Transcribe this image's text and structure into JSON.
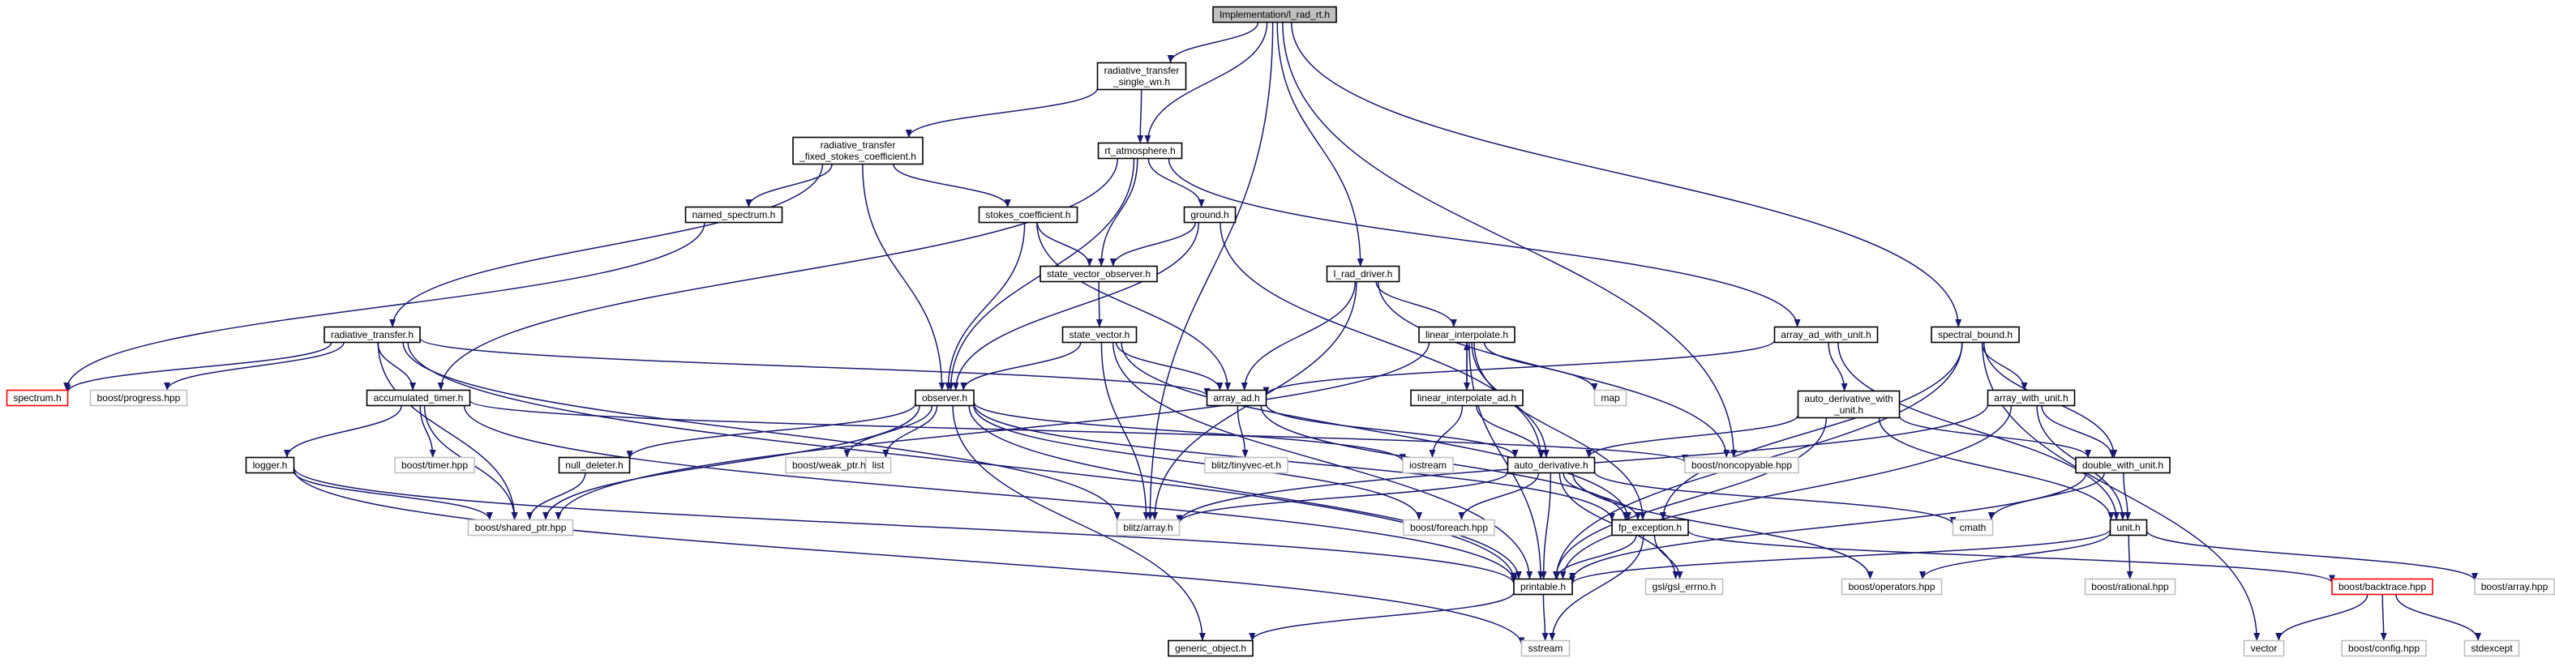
{
  "graph": {
    "nodes": [
      {
        "id": "root",
        "label": "Implementation/l_rad_rt.h",
        "style": "root"
      },
      {
        "id": "rtsw",
        "label": "radiative_transfer\n_single_wn.h",
        "style": "normal"
      },
      {
        "id": "rtfsc",
        "label": "radiative_transfer\n_fixed_stokes_coefficient.h",
        "style": "normal"
      },
      {
        "id": "rtatm",
        "label": "rt_atmosphere.h",
        "style": "normal"
      },
      {
        "id": "named",
        "label": "named_spectrum.h",
        "style": "normal"
      },
      {
        "id": "stokes",
        "label": "stokes_coefficient.h",
        "style": "normal"
      },
      {
        "id": "ground",
        "label": "ground.h",
        "style": "normal"
      },
      {
        "id": "svo",
        "label": "state_vector_observer.h",
        "style": "normal"
      },
      {
        "id": "lrad",
        "label": "l_rad_driver.h",
        "style": "normal"
      },
      {
        "id": "rt",
        "label": "radiative_transfer.h",
        "style": "normal"
      },
      {
        "id": "sv",
        "label": "state_vector.h",
        "style": "normal"
      },
      {
        "id": "linint",
        "label": "linear_interpolate.h",
        "style": "normal"
      },
      {
        "id": "aawu",
        "label": "array_ad_with_unit.h",
        "style": "normal"
      },
      {
        "id": "specb",
        "label": "spectral_bound.h",
        "style": "normal"
      },
      {
        "id": "spectrum",
        "label": "spectrum.h",
        "style": "truncated"
      },
      {
        "id": "bprog",
        "label": "boost/progress.hpp",
        "style": "external"
      },
      {
        "id": "acct",
        "label": "accumulated_timer.h",
        "style": "normal"
      },
      {
        "id": "obs",
        "label": "observer.h",
        "style": "normal"
      },
      {
        "id": "arrad",
        "label": "array_ad.h",
        "style": "normal"
      },
      {
        "id": "map",
        "label": "map",
        "style": "external"
      },
      {
        "id": "linintad",
        "label": "linear_interpolate_ad.h",
        "style": "normal"
      },
      {
        "id": "adwu",
        "label": "auto_derivative_with\n_unit.h",
        "style": "normal"
      },
      {
        "id": "awu",
        "label": "array_with_unit.h",
        "style": "normal"
      },
      {
        "id": "logger",
        "label": "logger.h",
        "style": "normal"
      },
      {
        "id": "btimer",
        "label": "boost/timer.hpp",
        "style": "external"
      },
      {
        "id": "nulldel",
        "label": "null_deleter.h",
        "style": "normal"
      },
      {
        "id": "bweak",
        "label": "boost/weak_ptr.hpp",
        "style": "external"
      },
      {
        "id": "list",
        "label": "list",
        "style": "external"
      },
      {
        "id": "tinyvec",
        "label": "blitz/tinyvec-et.h",
        "style": "external"
      },
      {
        "id": "iostream",
        "label": "iostream",
        "style": "external"
      },
      {
        "id": "autod",
        "label": "auto_derivative.h",
        "style": "normal"
      },
      {
        "id": "bnoncopy",
        "label": "boost/noncopyable.hpp",
        "style": "external"
      },
      {
        "id": "dwu",
        "label": "double_with_unit.h",
        "style": "normal"
      },
      {
        "id": "bshared",
        "label": "boost/shared_ptr.hpp",
        "style": "external"
      },
      {
        "id": "blitz",
        "label": "blitz/array.h",
        "style": "external"
      },
      {
        "id": "bforeach",
        "label": "boost/foreach.hpp",
        "style": "external"
      },
      {
        "id": "fpex",
        "label": "fp_exception.h",
        "style": "normal"
      },
      {
        "id": "cmath",
        "label": "cmath",
        "style": "external"
      },
      {
        "id": "unit",
        "label": "unit.h",
        "style": "normal"
      },
      {
        "id": "barray",
        "label": "boost/array.hpp",
        "style": "external"
      },
      {
        "id": "printable",
        "label": "printable.h",
        "style": "normal"
      },
      {
        "id": "gsl",
        "label": "gsl/gsl_errno.h",
        "style": "external"
      },
      {
        "id": "bops",
        "label": "boost/operators.hpp",
        "style": "external"
      },
      {
        "id": "brational",
        "label": "boost/rational.hpp",
        "style": "external"
      },
      {
        "id": "bbt",
        "label": "boost/backtrace.hpp",
        "style": "truncated"
      },
      {
        "id": "genobj",
        "label": "generic_object.h",
        "style": "normal"
      },
      {
        "id": "sstream",
        "label": "sstream",
        "style": "external"
      },
      {
        "id": "vector",
        "label": "vector",
        "style": "external"
      },
      {
        "id": "bconfig",
        "label": "boost/config.hpp",
        "style": "external"
      },
      {
        "id": "stdexcept",
        "label": "stdexcept",
        "style": "external"
      }
    ],
    "edges": [
      [
        "root",
        "rtsw"
      ],
      [
        "root",
        "rtatm"
      ],
      [
        "root",
        "lrad"
      ],
      [
        "root",
        "specb"
      ],
      [
        "root",
        "bnoncopy"
      ],
      [
        "root",
        "blitz"
      ],
      [
        "rtsw",
        "rtfsc"
      ],
      [
        "rtsw",
        "rtatm"
      ],
      [
        "rtfsc",
        "named"
      ],
      [
        "rtfsc",
        "stokes"
      ],
      [
        "rtfsc",
        "rt"
      ],
      [
        "rtfsc",
        "obs"
      ],
      [
        "rtatm",
        "ground"
      ],
      [
        "rtatm",
        "svo"
      ],
      [
        "rtatm",
        "obs"
      ],
      [
        "rtatm",
        "acct"
      ],
      [
        "rtatm",
        "aawu"
      ],
      [
        "named",
        "spectrum"
      ],
      [
        "stokes",
        "svo"
      ],
      [
        "stokes",
        "obs"
      ],
      [
        "stokes",
        "arrad"
      ],
      [
        "ground",
        "svo"
      ],
      [
        "ground",
        "obs"
      ],
      [
        "ground",
        "autod"
      ],
      [
        "svo",
        "sv"
      ],
      [
        "lrad",
        "linint"
      ],
      [
        "lrad",
        "arrad"
      ],
      [
        "lrad",
        "blitz"
      ],
      [
        "lrad",
        "bnoncopy"
      ],
      [
        "rt",
        "spectrum"
      ],
      [
        "rt",
        "bprog"
      ],
      [
        "rt",
        "acct"
      ],
      [
        "rt",
        "arrad"
      ],
      [
        "rt",
        "bshared"
      ],
      [
        "rt",
        "blitz"
      ],
      [
        "rt",
        "printable"
      ],
      [
        "sv",
        "obs"
      ],
      [
        "sv",
        "arrad"
      ],
      [
        "sv",
        "blitz"
      ],
      [
        "sv",
        "printable"
      ],
      [
        "sv",
        "fpex"
      ],
      [
        "linint",
        "linintad"
      ],
      [
        "linint",
        "map"
      ],
      [
        "linint",
        "autod"
      ],
      [
        "linint",
        "printable"
      ],
      [
        "linint",
        "bshared"
      ],
      [
        "linint",
        "fpex"
      ],
      [
        "linintad",
        "linint"
      ],
      [
        "linintad",
        "autod"
      ],
      [
        "linintad",
        "iostream"
      ],
      [
        "aawu",
        "arrad"
      ],
      [
        "aawu",
        "adwu"
      ],
      [
        "aawu",
        "unit"
      ],
      [
        "specb",
        "awu"
      ],
      [
        "specb",
        "dwu"
      ],
      [
        "specb",
        "vector"
      ],
      [
        "specb",
        "printable"
      ],
      [
        "specb",
        "fpex"
      ],
      [
        "acct",
        "logger"
      ],
      [
        "acct",
        "btimer"
      ],
      [
        "acct",
        "bshared"
      ],
      [
        "acct",
        "printable"
      ],
      [
        "acct",
        "bnoncopy"
      ],
      [
        "obs",
        "nulldel"
      ],
      [
        "obs",
        "bweak"
      ],
      [
        "obs",
        "list"
      ],
      [
        "obs",
        "bshared"
      ],
      [
        "obs",
        "iostream"
      ],
      [
        "obs",
        "genobj"
      ],
      [
        "obs",
        "printable"
      ],
      [
        "obs",
        "bforeach"
      ],
      [
        "obs",
        "fpex"
      ],
      [
        "arrad",
        "tinyvec"
      ],
      [
        "arrad",
        "autod"
      ],
      [
        "arrad",
        "fpex"
      ],
      [
        "adwu",
        "autod"
      ],
      [
        "adwu",
        "dwu"
      ],
      [
        "adwu",
        "unit"
      ],
      [
        "adwu",
        "printable"
      ],
      [
        "awu",
        "dwu"
      ],
      [
        "awu",
        "unit"
      ],
      [
        "awu",
        "blitz"
      ],
      [
        "awu",
        "printable"
      ],
      [
        "logger",
        "bshared"
      ],
      [
        "logger",
        "printable"
      ],
      [
        "logger",
        "sstream"
      ],
      [
        "nulldel",
        "bshared"
      ],
      [
        "autod",
        "blitz"
      ],
      [
        "autod",
        "bforeach"
      ],
      [
        "autod",
        "printable"
      ],
      [
        "autod",
        "fpex"
      ],
      [
        "autod",
        "cmath"
      ],
      [
        "autod",
        "bops"
      ],
      [
        "autod",
        "gsl"
      ],
      [
        "dwu",
        "unit"
      ],
      [
        "dwu",
        "cmath"
      ],
      [
        "dwu",
        "printable"
      ],
      [
        "fpex",
        "printable"
      ],
      [
        "fpex",
        "gsl"
      ],
      [
        "fpex",
        "bbt"
      ],
      [
        "fpex",
        "sstream"
      ],
      [
        "unit",
        "barray"
      ],
      [
        "unit",
        "printable"
      ],
      [
        "unit",
        "bops"
      ],
      [
        "unit",
        "brational"
      ],
      [
        "printable",
        "genobj"
      ],
      [
        "printable",
        "sstream"
      ],
      [
        "bbt",
        "vector"
      ],
      [
        "bbt",
        "bconfig"
      ],
      [
        "bbt",
        "stdexcept"
      ]
    ]
  }
}
